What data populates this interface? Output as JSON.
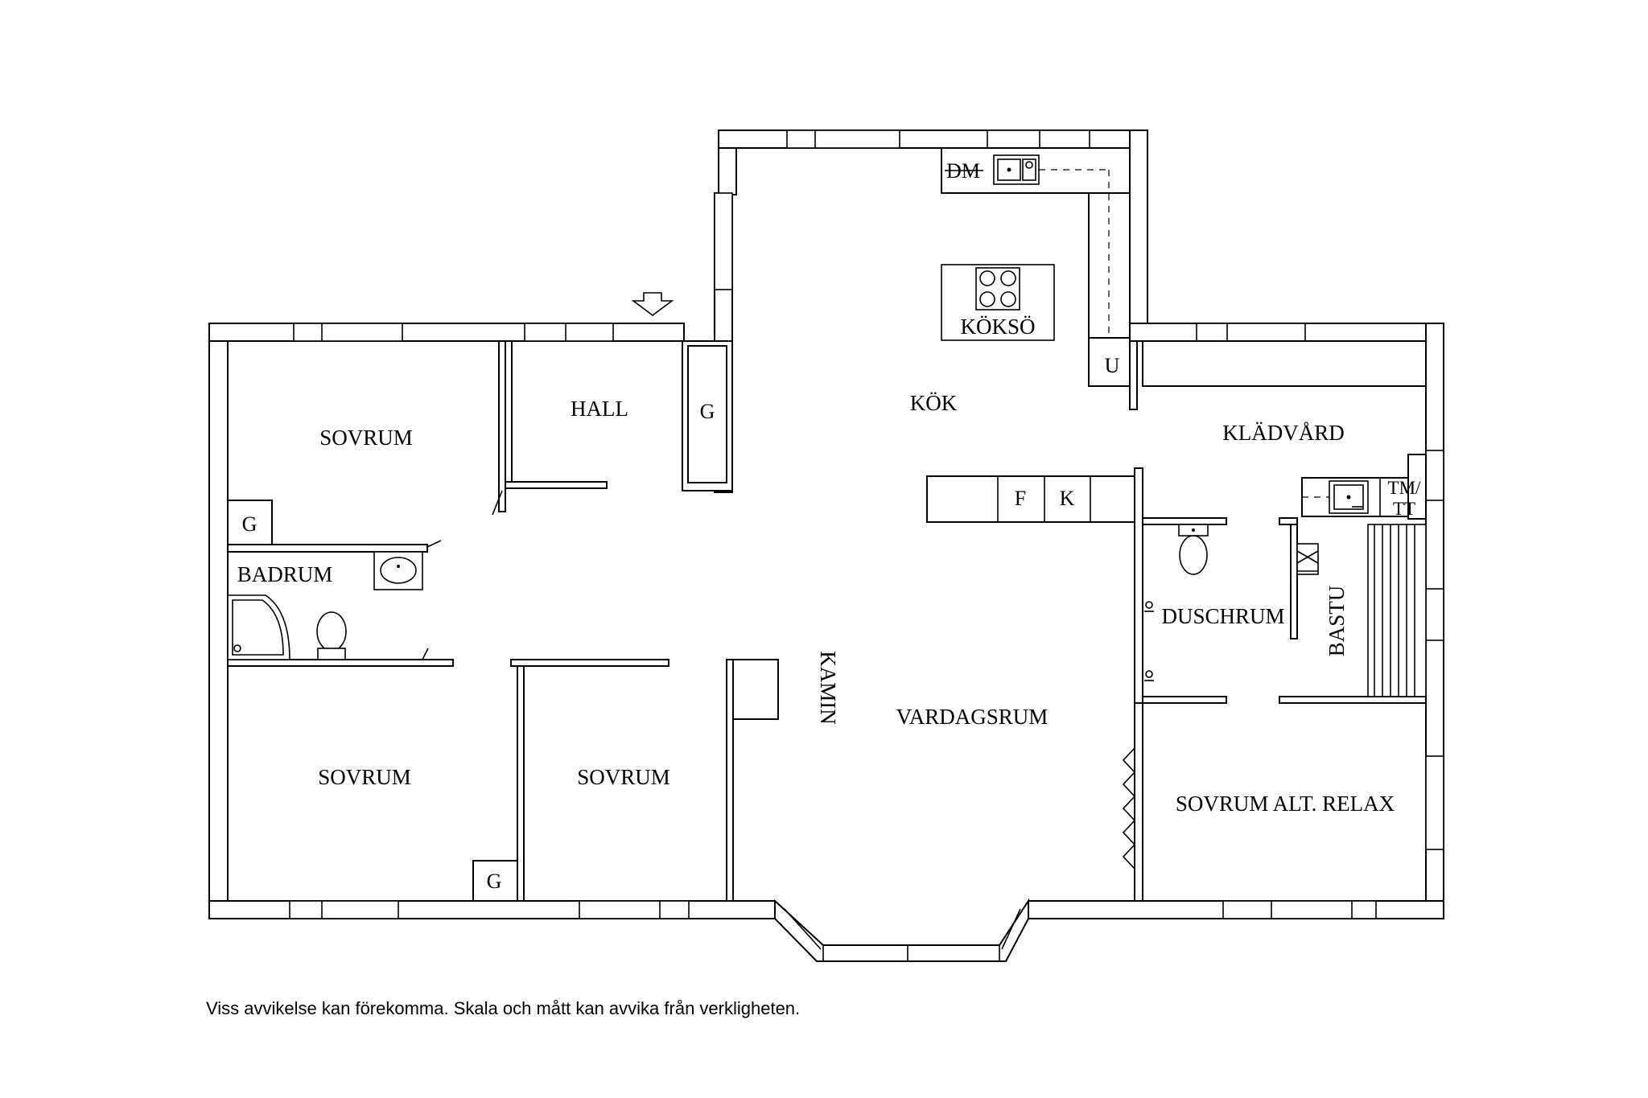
{
  "rooms": {
    "sovrum_top_left": "SOVRUM",
    "hall": "HALL",
    "kok": "KÖK",
    "koksö": "KÖKSÖ",
    "kladvard": "KLÄDVÅRD",
    "badrum": "BADRUM",
    "duschrum": "DUSCHRUM",
    "bastu": "BASTU",
    "kamin": "KAMIN",
    "vardagsrum": "VARDAGSRUM",
    "sovrum_bottom_left": "SOVRUM",
    "sovrum_bottom_mid": "SOVRUM",
    "sovrum_relax": "SOVRUM ALT. RELAX"
  },
  "labels": {
    "dm": "DM",
    "u": "U",
    "g_hall": "G",
    "g_sovrum_top": "G",
    "g_sovrum_bottom": "G",
    "f": "F",
    "k": "K",
    "tm_line1": "TM/",
    "tm_line2": "TT"
  },
  "icons": {
    "entrance": "arrow-down-icon",
    "sink": "sink-icon",
    "toilet": "toilet-icon",
    "shower": "shower-icon",
    "stove": "stove-icon",
    "sauna_heater": "sauna-heater-icon"
  },
  "disclaimer": "Viss avvikelse kan förekomma. Skala och mått kan avvika från verkligheten."
}
